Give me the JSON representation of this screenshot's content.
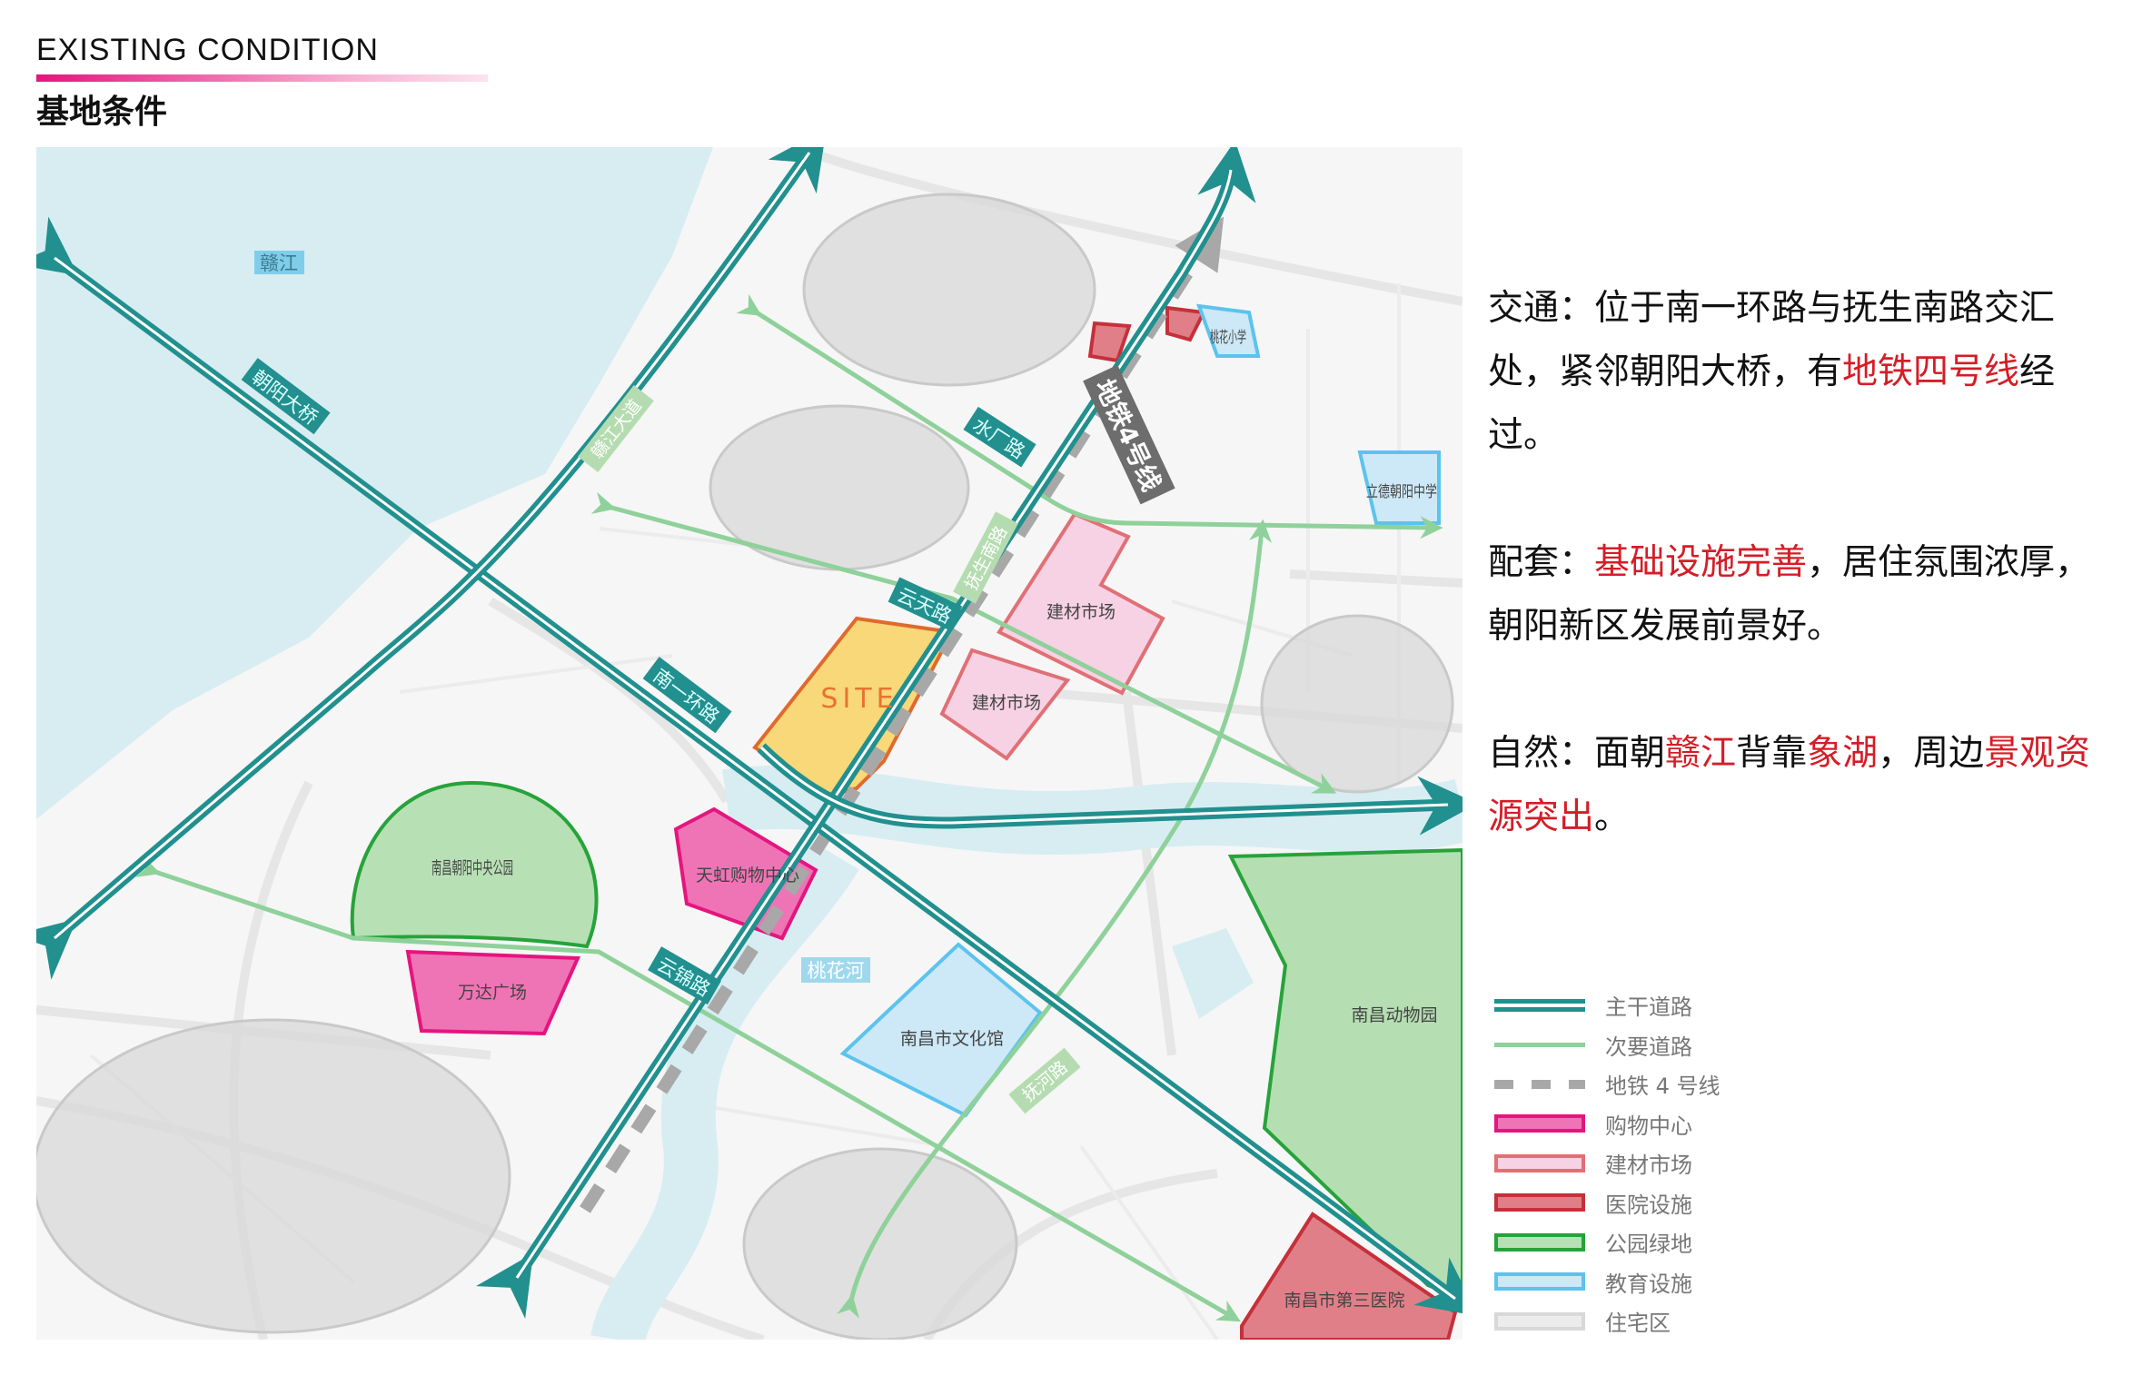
{
  "header": {
    "title_en": "EXISTING CONDITION",
    "title_cn": "基地条件"
  },
  "description": {
    "traffic": {
      "label": "交通：",
      "text1": "位于南一环路与抚生南路交汇处，紧邻朝阳大桥，有",
      "highlight": "地铁四号线",
      "text2": "经过。"
    },
    "facilities": {
      "label": "配套：",
      "highlight": "基础设施完善",
      "text1": "，居住氛围浓厚，朝阳新区发展前景好。"
    },
    "nature": {
      "label": "自然：",
      "text1": "面朝",
      "h1": "赣江",
      "text2": "背靠",
      "h2": "象湖",
      "text3": "，周边",
      "h3": "景观资源突出",
      "text4": "。"
    }
  },
  "map": {
    "site_label": "SITE",
    "water": {
      "ganjiang": "赣江",
      "taohuahe": "桃花河"
    },
    "main_roads": {
      "chaoyang_bridge": "朝阳大桥",
      "nanyihuan": "南一环路",
      "yuntian": "云天路",
      "shuichang": "水厂路",
      "yunjin": "云锦路"
    },
    "secondary_roads": {
      "fusheng_south": "抚生南路",
      "ganjiang_avenue": "赣江大道",
      "fuhe": "抚河路"
    },
    "metro_label": "地铁4号线",
    "places": {
      "building_market_1": "建材市场",
      "building_market_2": "建材市场",
      "central_park": "南昌朝阳中央公园",
      "tianhong": "天虹购物中心",
      "wanda": "万达广场",
      "culture_center": "南昌市文化馆",
      "zoo": "南昌动物园",
      "hospital_3": "南昌市第三医院",
      "taohua_school": "桃花小学",
      "lide_school": "立德朝阳中学"
    }
  },
  "legend": [
    {
      "label": "主干道路",
      "color": "#21908f"
    },
    {
      "label": "次要道路",
      "color": "#8fd19a"
    },
    {
      "label": "地铁 4 号线",
      "color": "#a8a8a8"
    },
    {
      "label": "购物中心",
      "color": "#e4157e"
    },
    {
      "label": "建材市场",
      "color": "#e07076"
    },
    {
      "label": "医院设施",
      "color": "#c5303a"
    },
    {
      "label": "公园绿地",
      "color": "#26a33a"
    },
    {
      "label": "教育设施",
      "color": "#5cc3ee"
    },
    {
      "label": "住宅区",
      "color": "#d8d8d8"
    }
  ]
}
